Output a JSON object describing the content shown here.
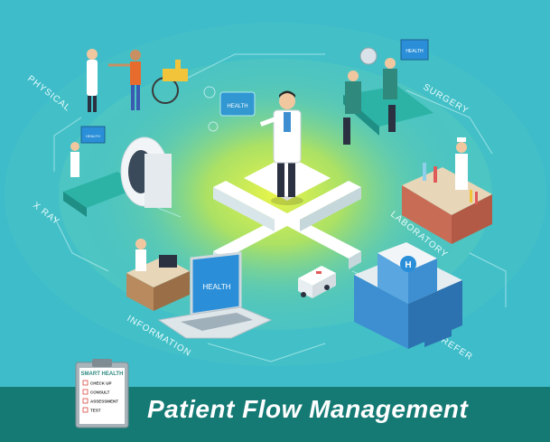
{
  "labels": {
    "physical": "PHYSICAL",
    "surgery": "SURGERY",
    "xray": "X RAY",
    "laboratory": "LABORATORY",
    "information": "INFORMATION",
    "refer": "REFER"
  },
  "monitors": {
    "center_screen": "HEALTH",
    "laptop_screen": "HEALTH",
    "surgery_screen": "HEALTH",
    "xray_screen": "HEALTH"
  },
  "hospital_sign": "H",
  "clipboard": {
    "title": "SMART HEALTH",
    "items": [
      "CHECK UP",
      "CONSULT",
      "ASSESSMENT",
      "TEST"
    ]
  },
  "footer": {
    "title": "Patient Flow Management"
  },
  "colors": {
    "background": "#3fbcc9",
    "glow": "#d9f05a",
    "footer": "#157a74",
    "title": "#ffffff"
  }
}
